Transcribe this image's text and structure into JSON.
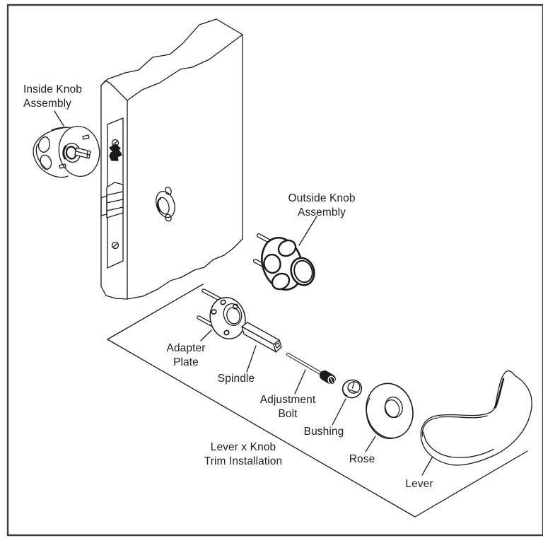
{
  "diagram": {
    "caption": {
      "line1": "Lever x Knob",
      "line2": "Trim Installation"
    },
    "labels": {
      "inside_knob": {
        "line1": "Inside Knob",
        "line2": "Assembly"
      },
      "outside_knob": {
        "line1": "Outside Knob",
        "line2": "Assembly"
      },
      "adapter_plate": {
        "line1": "Adapter",
        "line2": "Plate"
      },
      "spindle": {
        "text": "Spindle"
      },
      "adjustment_bolt": {
        "line1": "Adjustment",
        "line2": "Bolt"
      },
      "bushing": {
        "text": "Bushing"
      },
      "rose": {
        "text": "Rose"
      },
      "lever": {
        "text": "Lever"
      }
    },
    "colors": {
      "background": "#ffffff",
      "line": "#1a1a1a",
      "frame_border": "#3e3e3e",
      "text": "#1d1d1d"
    }
  }
}
